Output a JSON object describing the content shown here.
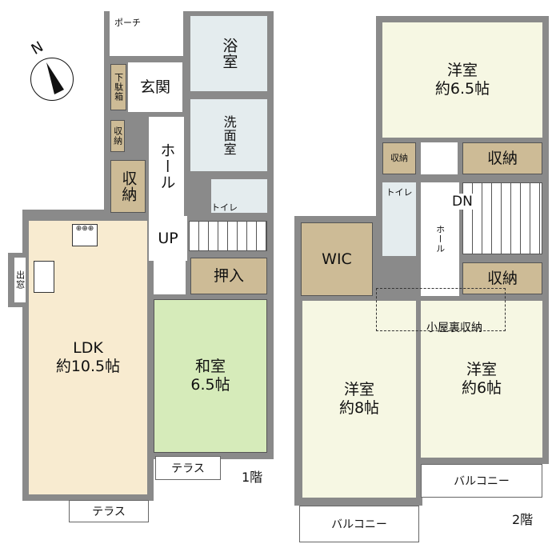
{
  "compass": {
    "north_label": "N"
  },
  "floor1": {
    "label": "1階",
    "porch": "ポーチ",
    "genkan": "玄関",
    "shoe_box": "下駄箱",
    "bath": "浴室",
    "washroom": "洗面室",
    "toilet": "トイレ",
    "hall": "ホール",
    "storage_small": "収納",
    "storage": "収納",
    "ldk": {
      "name": "LDK",
      "size": "約10.5帖"
    },
    "bay_window": "出窓",
    "stairs": "UP",
    "closet": "押入",
    "washitsu": {
      "name": "和室",
      "size": "6.5帖"
    },
    "terrace_1": "テラス",
    "terrace_2": "テラス"
  },
  "floor2": {
    "label": "2階",
    "room_north": {
      "name": "洋室",
      "size": "約6.5帖"
    },
    "storage_small": "収納",
    "storage_north": "収納",
    "toilet": "トイレ",
    "stairs": "DN",
    "hall": "ホール",
    "wic": "WIC",
    "storage_south": "収納",
    "attic_storage": "小屋裏収納",
    "room_west": {
      "name": "洋室",
      "size": "約8帖"
    },
    "room_east": {
      "name": "洋室",
      "size": "約6帖"
    },
    "balcony_1": "バルコニー",
    "balcony_2": "バルコニー"
  }
}
